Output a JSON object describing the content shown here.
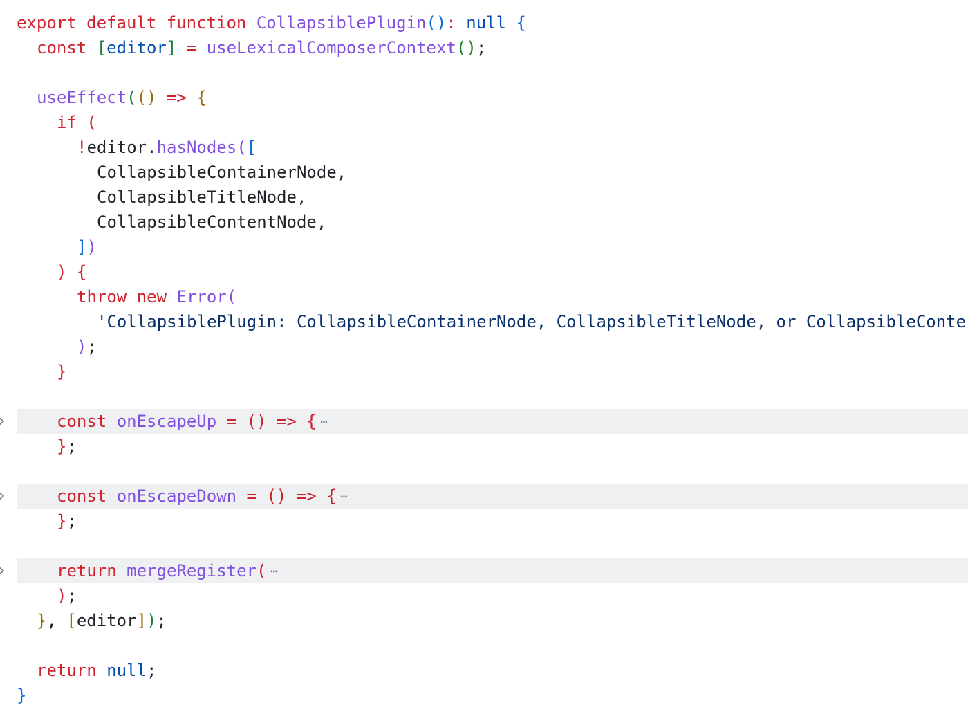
{
  "code_lines": [
    {
      "tokens": [
        {
          "t": "export",
          "c": "kw"
        },
        {
          "t": " ",
          "c": "id"
        },
        {
          "t": "default",
          "c": "kw"
        },
        {
          "t": " ",
          "c": "id"
        },
        {
          "t": "function",
          "c": "kw"
        },
        {
          "t": " ",
          "c": "id"
        },
        {
          "t": "CollapsiblePlugin",
          "c": "fn"
        },
        {
          "t": "()",
          "c": "b1"
        },
        {
          "t": ": ",
          "c": "op"
        },
        {
          "t": "null",
          "c": "nl"
        },
        {
          "t": " ",
          "c": "id"
        },
        {
          "t": "{",
          "c": "b1"
        }
      ]
    },
    {
      "tokens": [
        {
          "t": "const",
          "c": "kw"
        },
        {
          "t": " ",
          "c": "id"
        },
        {
          "t": "[",
          "c": "b2"
        },
        {
          "t": "editor",
          "c": "nl"
        },
        {
          "t": "]",
          "c": "b2"
        },
        {
          "t": " ",
          "c": "id"
        },
        {
          "t": "=",
          "c": "op"
        },
        {
          "t": " ",
          "c": "id"
        },
        {
          "t": "useLexicalComposerContext",
          "c": "fn"
        },
        {
          "t": "()",
          "c": "b2"
        },
        {
          "t": ";",
          "c": "pn"
        }
      ]
    },
    {
      "tokens": []
    },
    {
      "tokens": [
        {
          "t": "useEffect",
          "c": "fn"
        },
        {
          "t": "(",
          "c": "b2"
        },
        {
          "t": "()",
          "c": "b3"
        },
        {
          "t": " ",
          "c": "id"
        },
        {
          "t": "=>",
          "c": "op"
        },
        {
          "t": " ",
          "c": "id"
        },
        {
          "t": "{",
          "c": "b3"
        }
      ]
    },
    {
      "tokens": [
        {
          "t": "if",
          "c": "kw"
        },
        {
          "t": " ",
          "c": "id"
        },
        {
          "t": "(",
          "c": "b4"
        }
      ]
    },
    {
      "tokens": [
        {
          "t": "!",
          "c": "op"
        },
        {
          "t": "editor",
          "c": "id"
        },
        {
          "t": ".",
          "c": "pn"
        },
        {
          "t": "hasNodes",
          "c": "fn"
        },
        {
          "t": "(",
          "c": "b5"
        },
        {
          "t": "[",
          "c": "b1"
        }
      ]
    },
    {
      "tokens": [
        {
          "t": "CollapsibleContainerNode",
          "c": "id"
        },
        {
          "t": ",",
          "c": "pn"
        }
      ]
    },
    {
      "tokens": [
        {
          "t": "CollapsibleTitleNode",
          "c": "id"
        },
        {
          "t": ",",
          "c": "pn"
        }
      ]
    },
    {
      "tokens": [
        {
          "t": "CollapsibleContentNode",
          "c": "id"
        },
        {
          "t": ",",
          "c": "pn"
        }
      ]
    },
    {
      "tokens": [
        {
          "t": "]",
          "c": "b1"
        },
        {
          "t": ")",
          "c": "b5"
        }
      ]
    },
    {
      "tokens": [
        {
          "t": ")",
          "c": "b4"
        },
        {
          "t": " ",
          "c": "id"
        },
        {
          "t": "{",
          "c": "b4"
        }
      ]
    },
    {
      "tokens": [
        {
          "t": "throw",
          "c": "kw"
        },
        {
          "t": " ",
          "c": "id"
        },
        {
          "t": "new",
          "c": "kw"
        },
        {
          "t": " ",
          "c": "id"
        },
        {
          "t": "Error",
          "c": "fn"
        },
        {
          "t": "(",
          "c": "b5"
        }
      ]
    },
    {
      "tokens": [
        {
          "t": "'CollapsiblePlugin: CollapsibleContainerNode, CollapsibleTitleNode, or CollapsibleConte",
          "c": "str"
        }
      ]
    },
    {
      "tokens": [
        {
          "t": ")",
          "c": "b5"
        },
        {
          "t": ";",
          "c": "pn"
        }
      ]
    },
    {
      "tokens": [
        {
          "t": "}",
          "c": "b4"
        }
      ]
    },
    {
      "tokens": []
    },
    {
      "tokens": [
        {
          "t": "const",
          "c": "kw"
        },
        {
          "t": " ",
          "c": "id"
        },
        {
          "t": "onEscapeUp",
          "c": "fn"
        },
        {
          "t": " ",
          "c": "id"
        },
        {
          "t": "=",
          "c": "op"
        },
        {
          "t": " ",
          "c": "id"
        },
        {
          "t": "()",
          "c": "b4"
        },
        {
          "t": " ",
          "c": "id"
        },
        {
          "t": "=>",
          "c": "op"
        },
        {
          "t": " ",
          "c": "id"
        },
        {
          "t": "{",
          "c": "b4"
        }
      ]
    },
    {
      "tokens": [
        {
          "t": "}",
          "c": "b4"
        },
        {
          "t": ";",
          "c": "pn"
        }
      ]
    },
    {
      "tokens": []
    },
    {
      "tokens": [
        {
          "t": "const",
          "c": "kw"
        },
        {
          "t": " ",
          "c": "id"
        },
        {
          "t": "onEscapeDown",
          "c": "fn"
        },
        {
          "t": " ",
          "c": "id"
        },
        {
          "t": "=",
          "c": "op"
        },
        {
          "t": " ",
          "c": "id"
        },
        {
          "t": "()",
          "c": "b4"
        },
        {
          "t": " ",
          "c": "id"
        },
        {
          "t": "=>",
          "c": "op"
        },
        {
          "t": " ",
          "c": "id"
        },
        {
          "t": "{",
          "c": "b4"
        }
      ]
    },
    {
      "tokens": [
        {
          "t": "}",
          "c": "b4"
        },
        {
          "t": ";",
          "c": "pn"
        }
      ]
    },
    {
      "tokens": []
    },
    {
      "tokens": [
        {
          "t": "return",
          "c": "kw"
        },
        {
          "t": " ",
          "c": "id"
        },
        {
          "t": "mergeRegister",
          "c": "fn"
        },
        {
          "t": "(",
          "c": "b4"
        }
      ]
    },
    {
      "tokens": [
        {
          "t": ")",
          "c": "b4"
        },
        {
          "t": ";",
          "c": "pn"
        }
      ]
    },
    {
      "tokens": [
        {
          "t": "}",
          "c": "b3"
        },
        {
          "t": ", ",
          "c": "pn"
        },
        {
          "t": "[",
          "c": "b3"
        },
        {
          "t": "editor",
          "c": "id"
        },
        {
          "t": "]",
          "c": "b3"
        },
        {
          "t": ")",
          "c": "b2"
        },
        {
          "t": ";",
          "c": "pn"
        }
      ]
    },
    {
      "tokens": []
    },
    {
      "tokens": [
        {
          "t": "return",
          "c": "kw"
        },
        {
          "t": " ",
          "c": "id"
        },
        {
          "t": "null",
          "c": "nl"
        },
        {
          "t": ";",
          "c": "pn"
        }
      ]
    },
    {
      "tokens": [
        {
          "t": "}",
          "c": "b1"
        }
      ]
    }
  ],
  "fold_markers": {
    "collapsed_icon": "chevron-right-icon",
    "ellipsis": "⋯"
  },
  "colors": {
    "keyword": "#cf222e",
    "function": "#8250df",
    "constant": "#0550ae",
    "string": "#0a3069",
    "fold_background": "#eef0f2"
  }
}
